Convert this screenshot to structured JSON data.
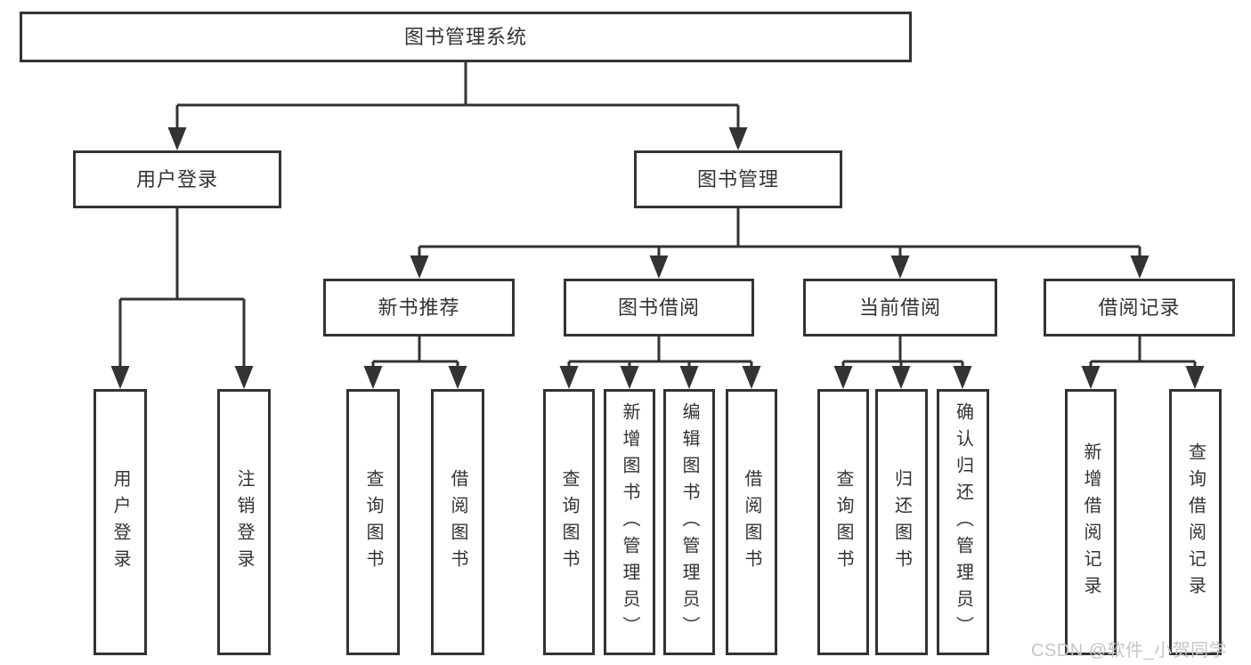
{
  "diagram": {
    "title": "图书管理系统",
    "watermark": "CSDN @软件_小贺同学",
    "colors": {
      "line": "#333333",
      "text": "#333333",
      "watermark": "#c6c6c6",
      "background": "#ffffff"
    },
    "tree": {
      "label": "图书管理系统",
      "children": [
        {
          "label": "用户登录",
          "children": [
            {
              "label": "用户登录"
            },
            {
              "label": "注销登录"
            }
          ]
        },
        {
          "label": "图书管理",
          "children": [
            {
              "label": "新书推荐",
              "children": [
                {
                  "label": "查询图书"
                },
                {
                  "label": "借阅图书"
                }
              ]
            },
            {
              "label": "图书借阅",
              "children": [
                {
                  "label": "查询图书"
                },
                {
                  "label": "新增图书（管理员）"
                },
                {
                  "label": "编辑图书（管理员）"
                },
                {
                  "label": "借阅图书"
                }
              ]
            },
            {
              "label": "当前借阅",
              "children": [
                {
                  "label": "查询图书"
                },
                {
                  "label": "归还图书"
                },
                {
                  "label": "确认归还（管理员）"
                }
              ]
            },
            {
              "label": "借阅记录",
              "children": [
                {
                  "label": "新增借阅记录"
                },
                {
                  "label": "查询借阅记录"
                }
              ]
            }
          ]
        }
      ]
    }
  }
}
